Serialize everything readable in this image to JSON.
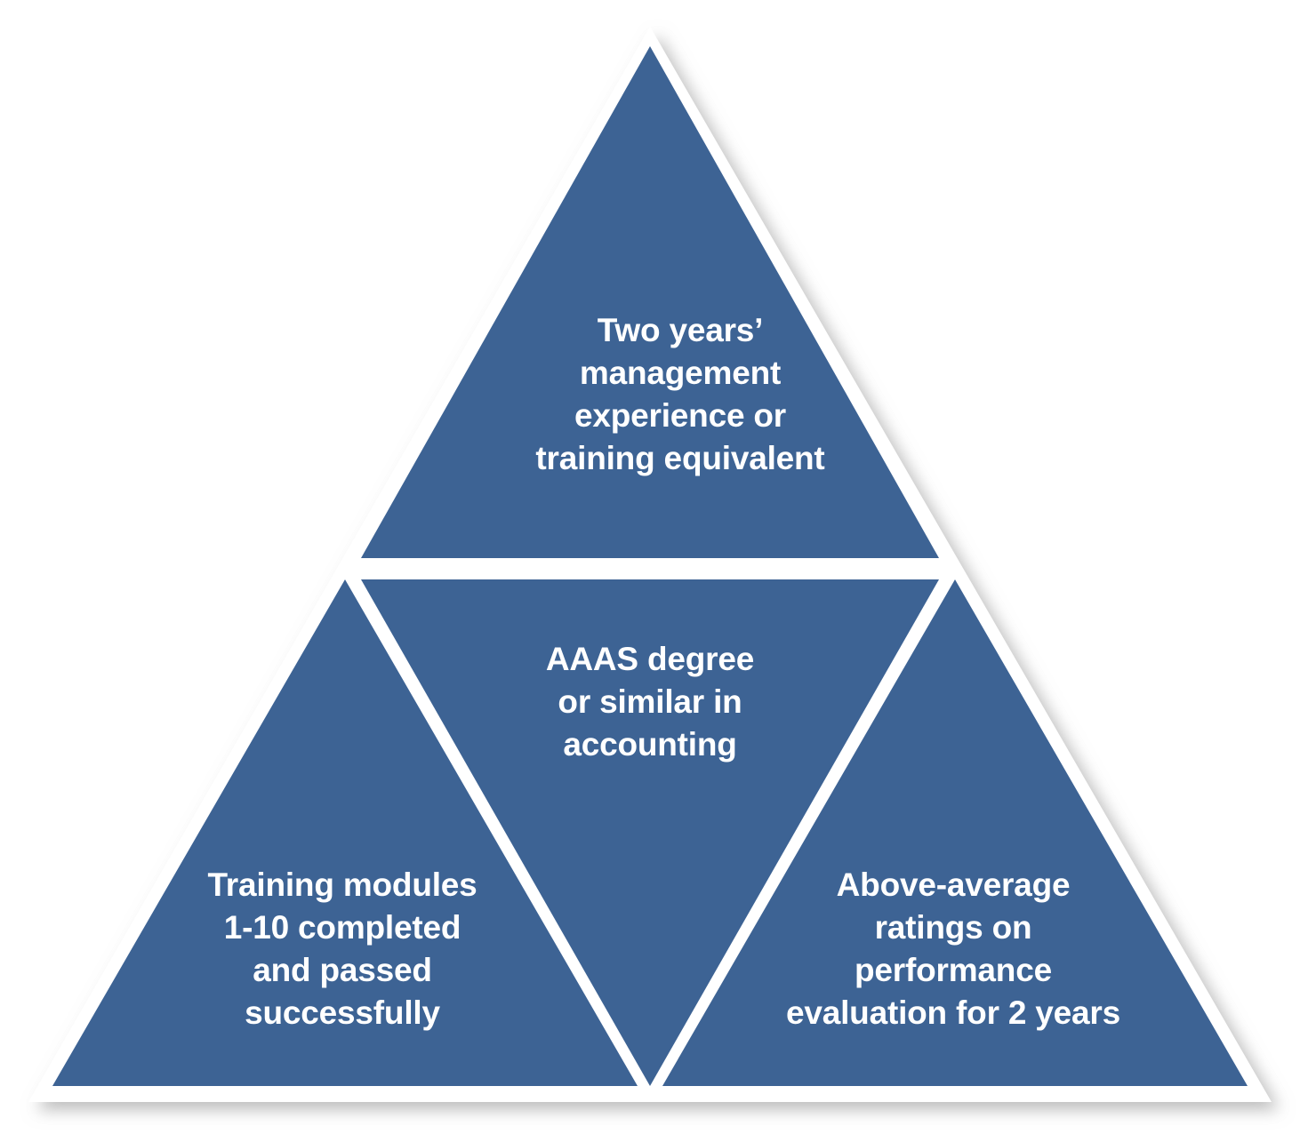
{
  "diagram": {
    "type": "pyramid",
    "title": "Career progression requirements pyramid",
    "background_color": "#ffffff",
    "fill_color": "#3d6394",
    "border_color": "#ffffff",
    "text_color": "#ffffff",
    "shadow_color": "#b5b5b5",
    "segments": [
      {
        "id": "top",
        "position": "apex",
        "shape": "triangle",
        "text": "Two years’\nmanagement\nexperience  or\ntraining equivalent"
      },
      {
        "id": "middle",
        "position": "center-inverted",
        "shape": "inverted-triangle",
        "text": "AAAS degree\nor similar in\naccounting"
      },
      {
        "id": "bottom-left",
        "position": "base-left",
        "shape": "triangle",
        "text": "Training modules\n1-10 completed\nand passed\nsuccessfully"
      },
      {
        "id": "bottom-right",
        "position": "base-right",
        "shape": "triangle",
        "text": "Above-average\nratings on\nperformance\nevaluation for 2 years"
      }
    ]
  }
}
